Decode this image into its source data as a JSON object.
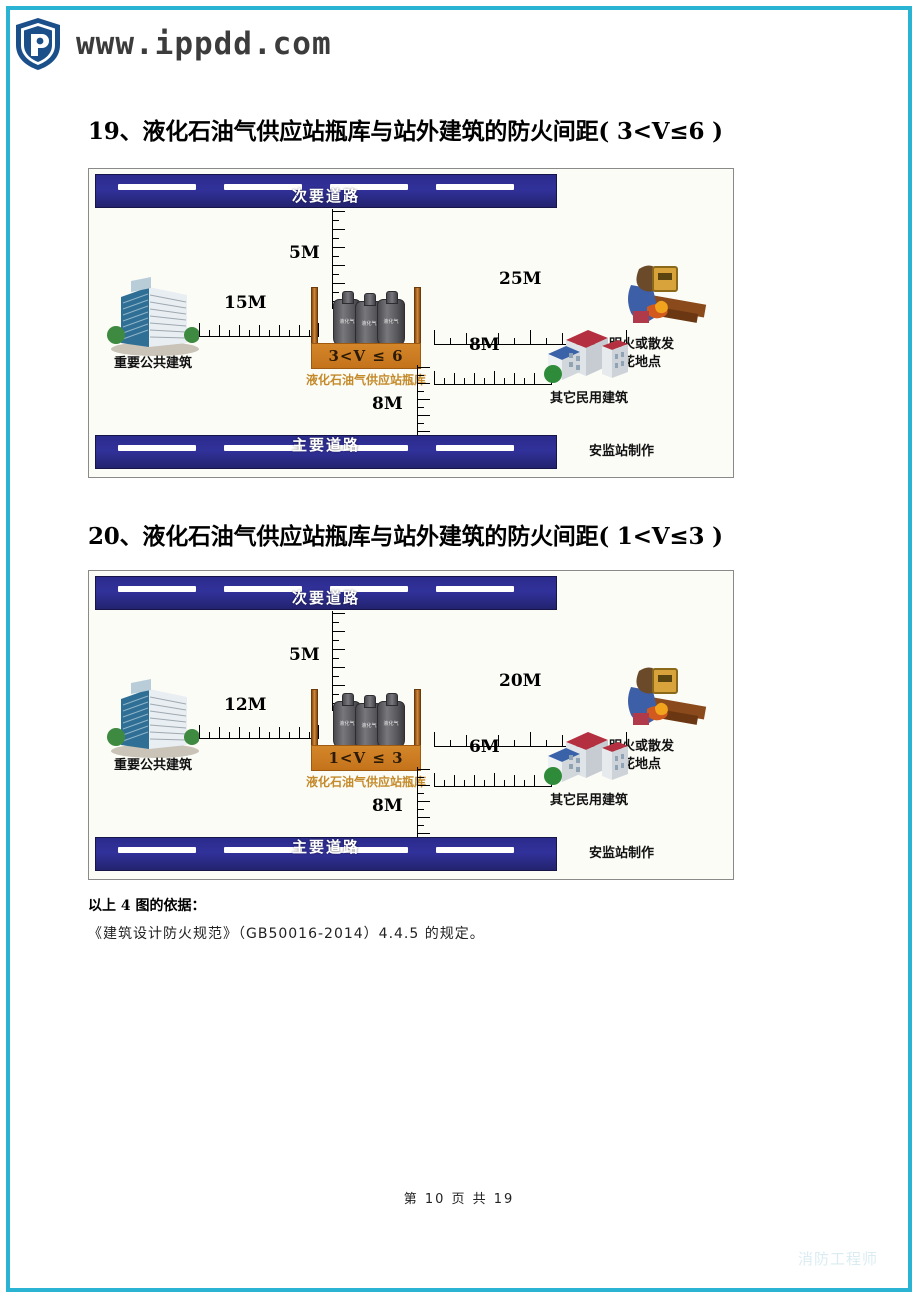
{
  "header": {
    "logo_icon": "shield-p-logo",
    "url": "www.ippdd.com",
    "brand_color": "#1b4f8a",
    "frame_color": "#2bb3d4"
  },
  "sections": [
    {
      "id": "19",
      "heading": "19、液化石油气供应站瓶库与站外建筑的防火间距( 3<V≤6 )",
      "diagram": {
        "road_top_label": "次要道路",
        "road_bottom_label": "主要道路",
        "yard_label": "3<V ≤ 6",
        "yard_caption": "液化石油气供应站瓶库",
        "cylinder_texts": [
          "液化气",
          "液化气",
          "液化气"
        ],
        "left_building_caption": "重要公共建筑",
        "civil_building_caption": "其它民用建筑",
        "fire_source_caption_line1": "明火或散发",
        "fire_source_caption_line2": "火花地点",
        "credit": "安监站制作",
        "dimensions": {
          "to_secondary_road": "5M",
          "to_important_public_building": "15M",
          "to_fire_source": "25M",
          "to_civil_building": "8M",
          "to_main_road": "8M"
        },
        "colors": {
          "road": "#2b2b8c",
          "yard_border": "#c8771f",
          "yard_band": "#c4731a",
          "caption": "#c48a2a"
        }
      }
    },
    {
      "id": "20",
      "heading": "20、液化石油气供应站瓶库与站外建筑的防火间距( 1<V≤3 )",
      "diagram": {
        "road_top_label": "次要道路",
        "road_bottom_label": "主要道路",
        "yard_label": "1<V ≤ 3",
        "yard_caption": "液化石油气供应站瓶库",
        "cylinder_texts": [
          "液化气",
          "液化气",
          "液化气"
        ],
        "left_building_caption": "重要公共建筑",
        "civil_building_caption": "其它民用建筑",
        "fire_source_caption_line1": "明火或散发",
        "fire_source_caption_line2": "火花地点",
        "credit": "安监站制作",
        "dimensions": {
          "to_secondary_road": "5M",
          "to_important_public_building": "12M",
          "to_fire_source": "20M",
          "to_civil_building": "6M",
          "to_main_road": "8M"
        },
        "colors": {
          "road": "#2b2b8c",
          "yard_border": "#c8771f",
          "yard_band": "#c4731a",
          "caption": "#c48a2a"
        }
      }
    }
  ],
  "footnote": {
    "title": "以上 4 图的依据：",
    "body": "《建筑设计防火规范》（GB50016-2014）4.4.5 的规定。"
  },
  "page_number": "第 10 页 共 19",
  "watermark": "消防工程师"
}
